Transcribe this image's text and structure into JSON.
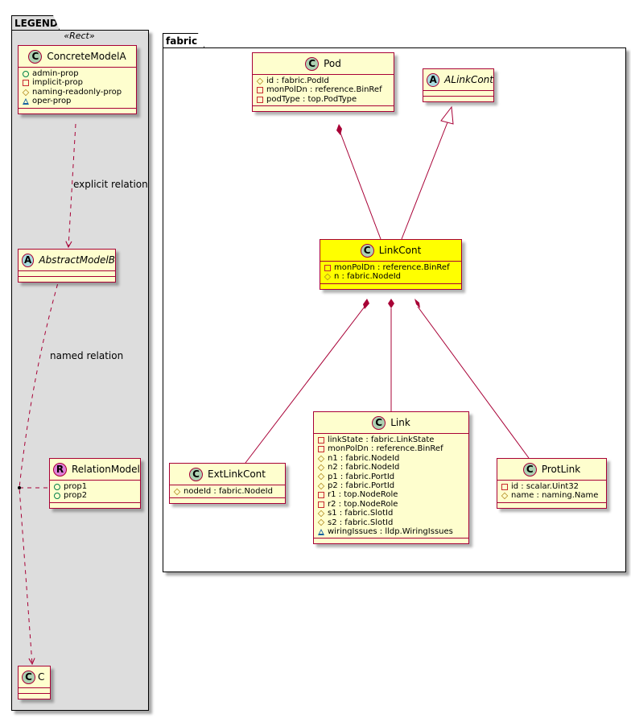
{
  "packages": {
    "legend": {
      "title": "LEGEND",
      "stereotype": "«Rect»"
    },
    "fabric": {
      "title": "fabric"
    }
  },
  "legend": {
    "concrete": {
      "badge": "C",
      "name": "ConcreteModelA",
      "attrs": [
        {
          "vis": "public",
          "text": "admin-prop"
        },
        {
          "vis": "private",
          "text": "implicit-prop"
        },
        {
          "vis": "protected",
          "text": "naming-readonly-prop"
        },
        {
          "vis": "package",
          "text": "oper-prop"
        }
      ]
    },
    "abstract": {
      "badge": "A",
      "name": "AbstractModelB"
    },
    "relation": {
      "badge": "R",
      "name": "RelationModel",
      "attrs": [
        {
          "vis": "public",
          "text": "prop1"
        },
        {
          "vis": "public",
          "text": "prop2"
        }
      ]
    },
    "c": {
      "badge": "C",
      "name": "C"
    },
    "edge_labels": {
      "explicit": "explicit relation",
      "named": "named relation"
    }
  },
  "fabric": {
    "pod": {
      "badge": "C",
      "name": "Pod",
      "attrs": [
        {
          "vis": "protected",
          "text": "id : fabric.PodId"
        },
        {
          "vis": "private",
          "text": "monPolDn : reference.BinRef"
        },
        {
          "vis": "private",
          "text": "podType : top.PodType"
        }
      ]
    },
    "alinkcont": {
      "badge": "A",
      "name": "ALinkCont"
    },
    "linkcont": {
      "badge": "C",
      "name": "LinkCont",
      "highlight": "#ffff00",
      "attrs": [
        {
          "vis": "private",
          "text": "monPolDn : reference.BinRef"
        },
        {
          "vis": "protected",
          "text": "n : fabric.NodeId"
        }
      ]
    },
    "extlinkcont": {
      "badge": "C",
      "name": "ExtLinkCont",
      "attrs": [
        {
          "vis": "protected",
          "text": "nodeId : fabric.NodeId"
        }
      ]
    },
    "link": {
      "badge": "C",
      "name": "Link",
      "attrs": [
        {
          "vis": "private",
          "text": "linkState : fabric.LinkState"
        },
        {
          "vis": "private",
          "text": "monPolDn : reference.BinRef"
        },
        {
          "vis": "protected",
          "text": "n1 : fabric.NodeId"
        },
        {
          "vis": "protected",
          "text": "n2 : fabric.NodeId"
        },
        {
          "vis": "protected",
          "text": "p1 : fabric.PortId"
        },
        {
          "vis": "protected",
          "text": "p2 : fabric.PortId"
        },
        {
          "vis": "private",
          "text": "r1 : top.NodeRole"
        },
        {
          "vis": "private",
          "text": "r2 : top.NodeRole"
        },
        {
          "vis": "protected",
          "text": "s1 : fabric.SlotId"
        },
        {
          "vis": "protected",
          "text": "s2 : fabric.SlotId"
        },
        {
          "vis": "package",
          "text": "wiringIssues : lldp.WiringIssues"
        }
      ]
    },
    "protlink": {
      "badge": "C",
      "name": "ProtLink",
      "attrs": [
        {
          "vis": "private",
          "text": "id : scalar.Uint32"
        },
        {
          "vis": "protected",
          "text": "name : naming.Name"
        }
      ]
    }
  },
  "colors": {
    "border": "#a80036",
    "class_bg": "#fefece",
    "highlight": "#ffff00",
    "legend_bg": "#dddddd"
  }
}
